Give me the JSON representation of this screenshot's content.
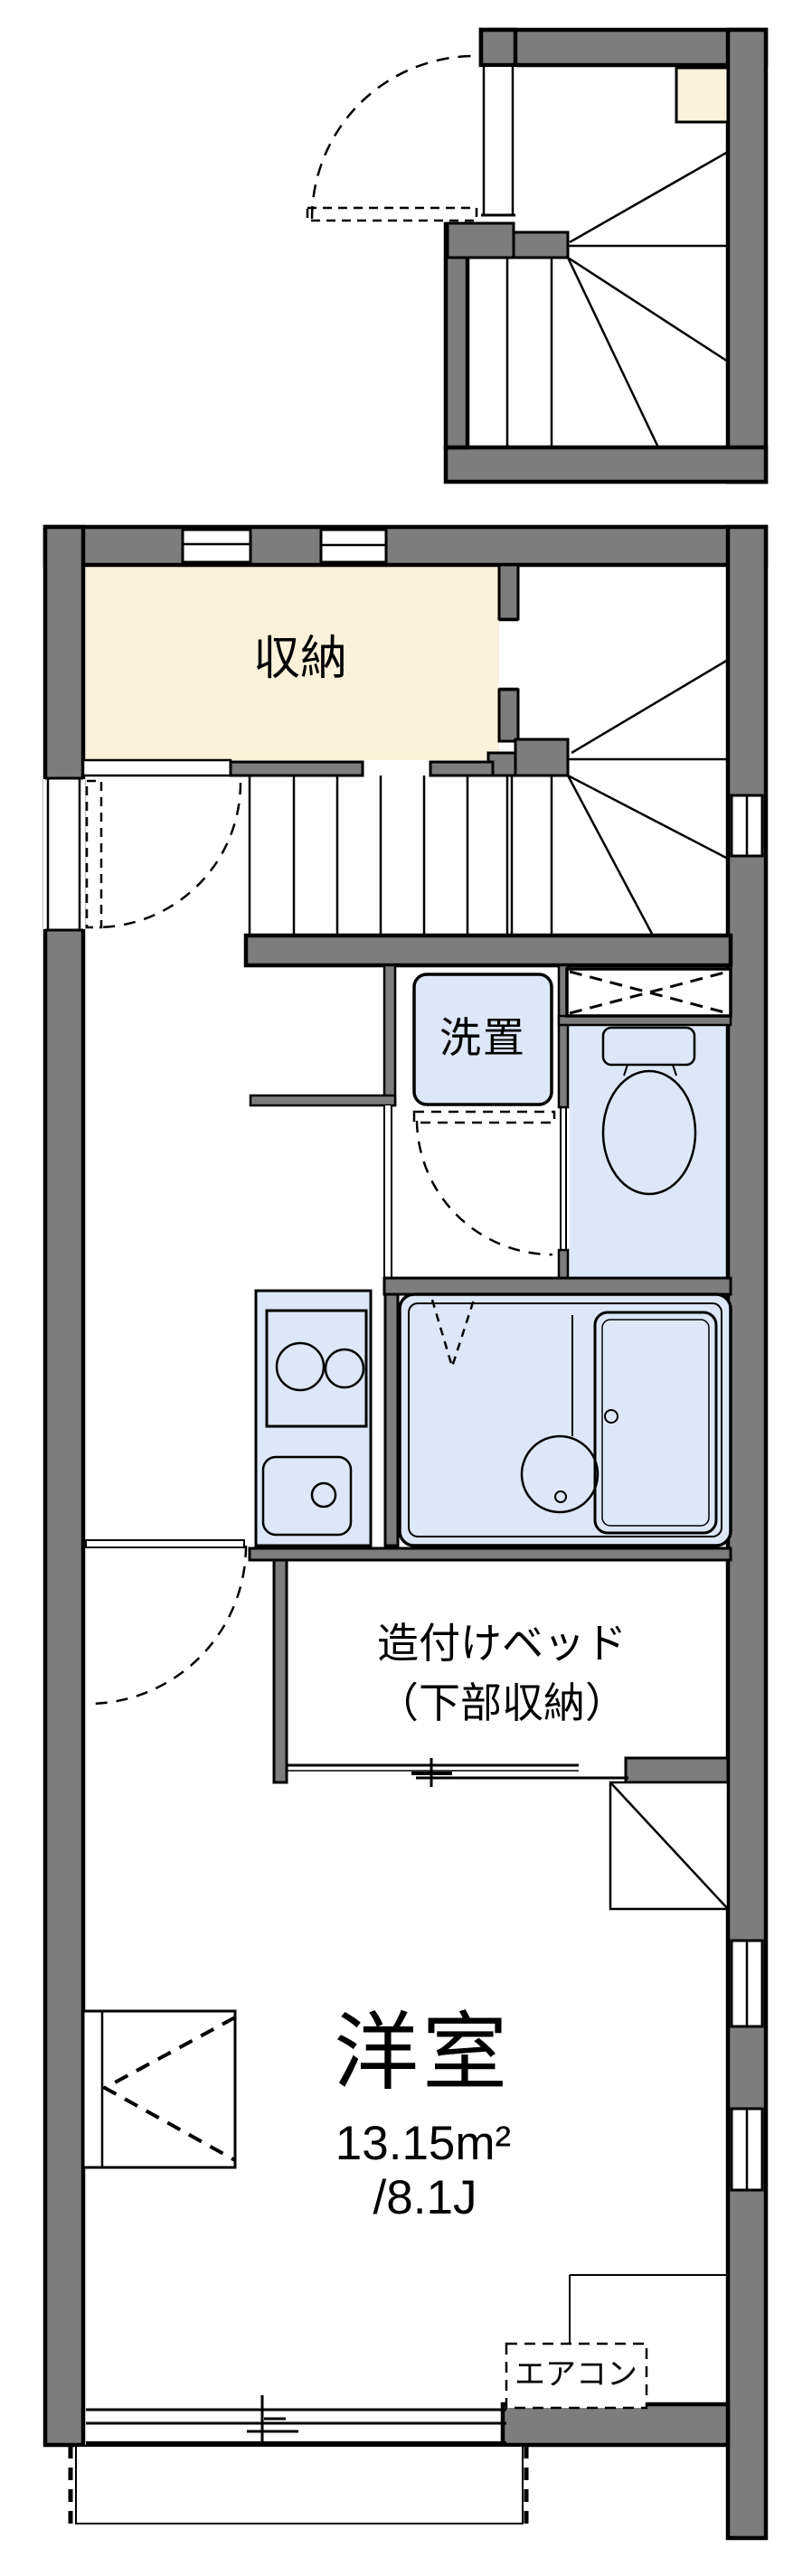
{
  "plan": {
    "labels": {
      "storage": "収納",
      "washer_space": "洗置",
      "built_in_bed_line1": "造付けベッド",
      "built_in_bed_line2": "（下部収納）",
      "western_room": "洋室",
      "western_room_area_m2": "13.15m²",
      "western_room_area_tatami": "/8.1J",
      "air_conditioner": "エアコン"
    },
    "colors": {
      "wall_gray": "#7d7d7d",
      "line_black": "#000000",
      "storage_floor": "#fcf1da",
      "wet_area_floor": "#dce7f8",
      "background": "#ffffff"
    }
  }
}
